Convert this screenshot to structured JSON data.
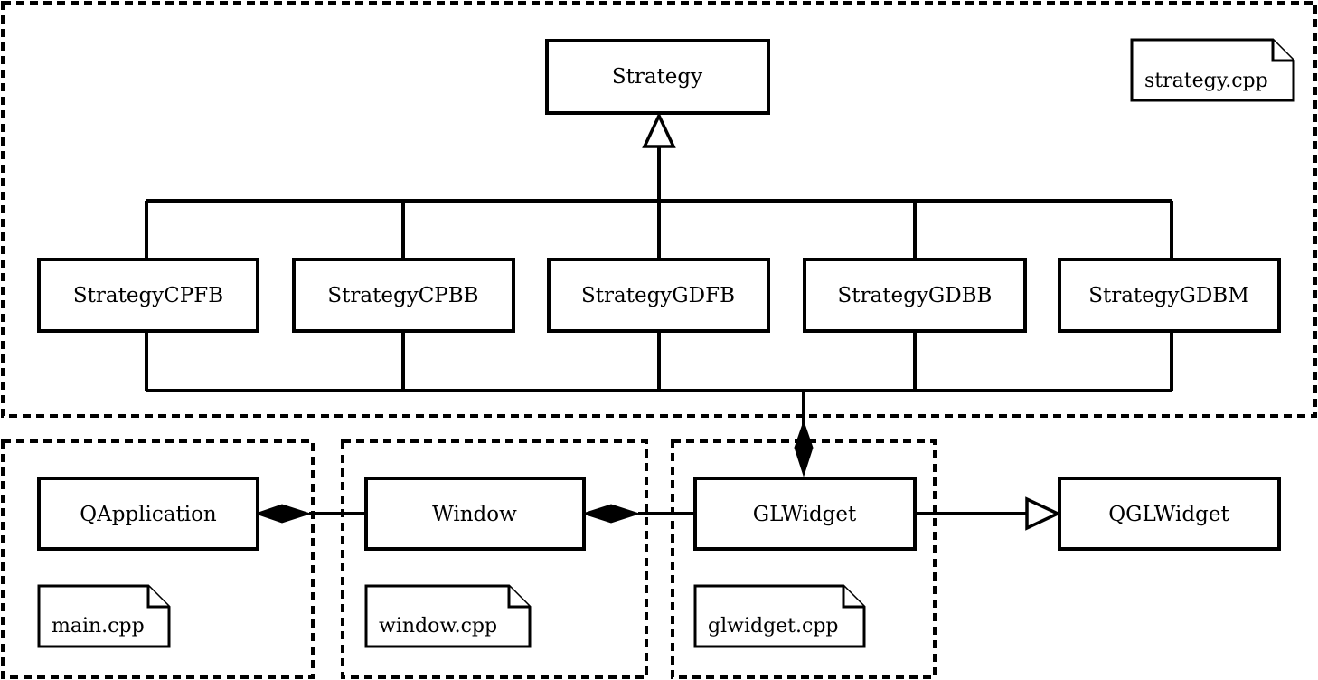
{
  "packages": {
    "strategy": "strategy.cpp",
    "main": "main.cpp",
    "window": "window.cpp",
    "glwidget": "glwidget.cpp"
  },
  "classes": {
    "strategy": "Strategy",
    "cpfb": "StrategyCPFB",
    "cpbb": "StrategyCPBB",
    "gdfb": "StrategyGDFB",
    "gdbb": "StrategyGDBB",
    "gdbm": "StrategyGDBM",
    "qapplication": "QApplication",
    "window": "Window",
    "glwidget": "GLWidget",
    "qglwidget": "QGLWidget"
  },
  "relations": [
    {
      "type": "generalization",
      "from": "StrategyCPFB",
      "to": "Strategy"
    },
    {
      "type": "generalization",
      "from": "StrategyCPBB",
      "to": "Strategy"
    },
    {
      "type": "generalization",
      "from": "StrategyGDFB",
      "to": "Strategy"
    },
    {
      "type": "generalization",
      "from": "StrategyGDBB",
      "to": "Strategy"
    },
    {
      "type": "generalization",
      "from": "StrategyGDBM",
      "to": "Strategy"
    },
    {
      "type": "composition",
      "whole": "GLWidget",
      "part": "Strategy subclasses"
    },
    {
      "type": "composition",
      "whole": "QApplication",
      "part": "Window"
    },
    {
      "type": "composition",
      "whole": "Window",
      "part": "GLWidget"
    },
    {
      "type": "generalization",
      "from": "GLWidget",
      "to": "QGLWidget"
    }
  ]
}
